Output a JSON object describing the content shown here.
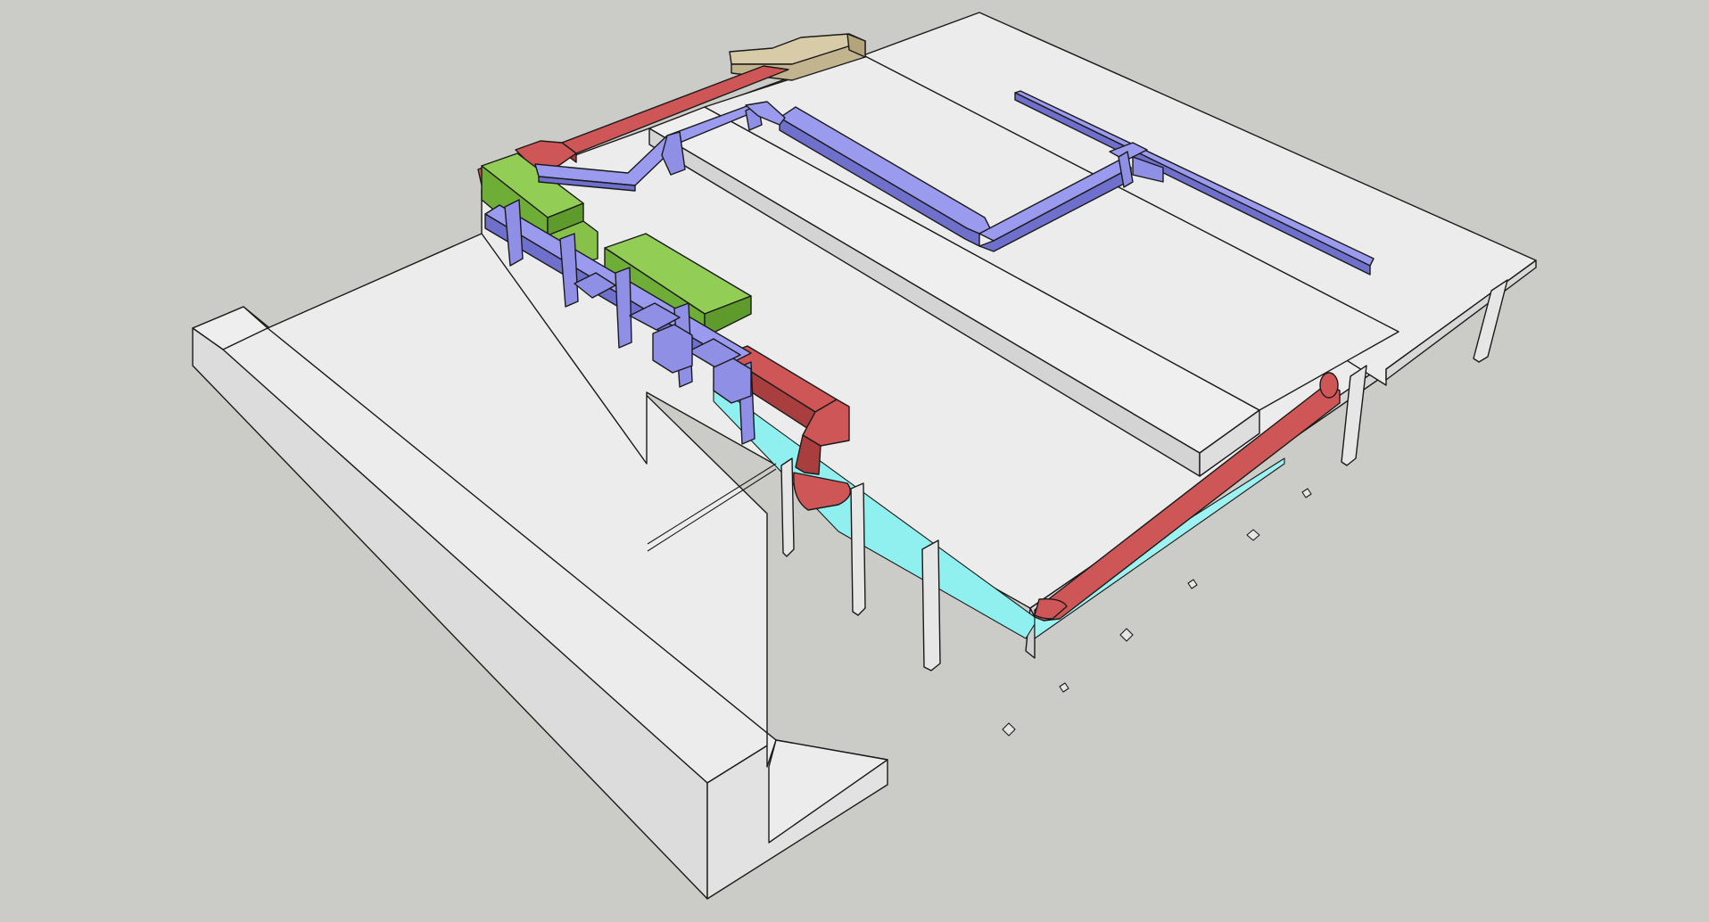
{
  "scene": {
    "colors": {
      "background": "#cbcbc7",
      "slab_top": "#ececec",
      "slab_side": "#dcdcdc",
      "slab_dark": "#c9c9c9",
      "supply_duct": "#8f8fe6",
      "supply_duct_dark": "#6f6fcc",
      "return_duct": "#cf5656",
      "return_duct_dark": "#a83e3e",
      "air_handler": "#86c24a",
      "air_handler_dark": "#5f9a2c",
      "outdoor_intake": "#c9bb96",
      "glazing": "#8ff0ef",
      "edge": "#1a1a1a"
    },
    "elements": [
      "left-wing-slab",
      "main-floor-slab",
      "upper-roof-slab",
      "raised-plenum-strip",
      "air-handler-units",
      "supply-ductwork",
      "return-ductwork",
      "outdoor-air-intake",
      "structural-columns",
      "column-footings",
      "curtain-wall-glazing"
    ]
  }
}
